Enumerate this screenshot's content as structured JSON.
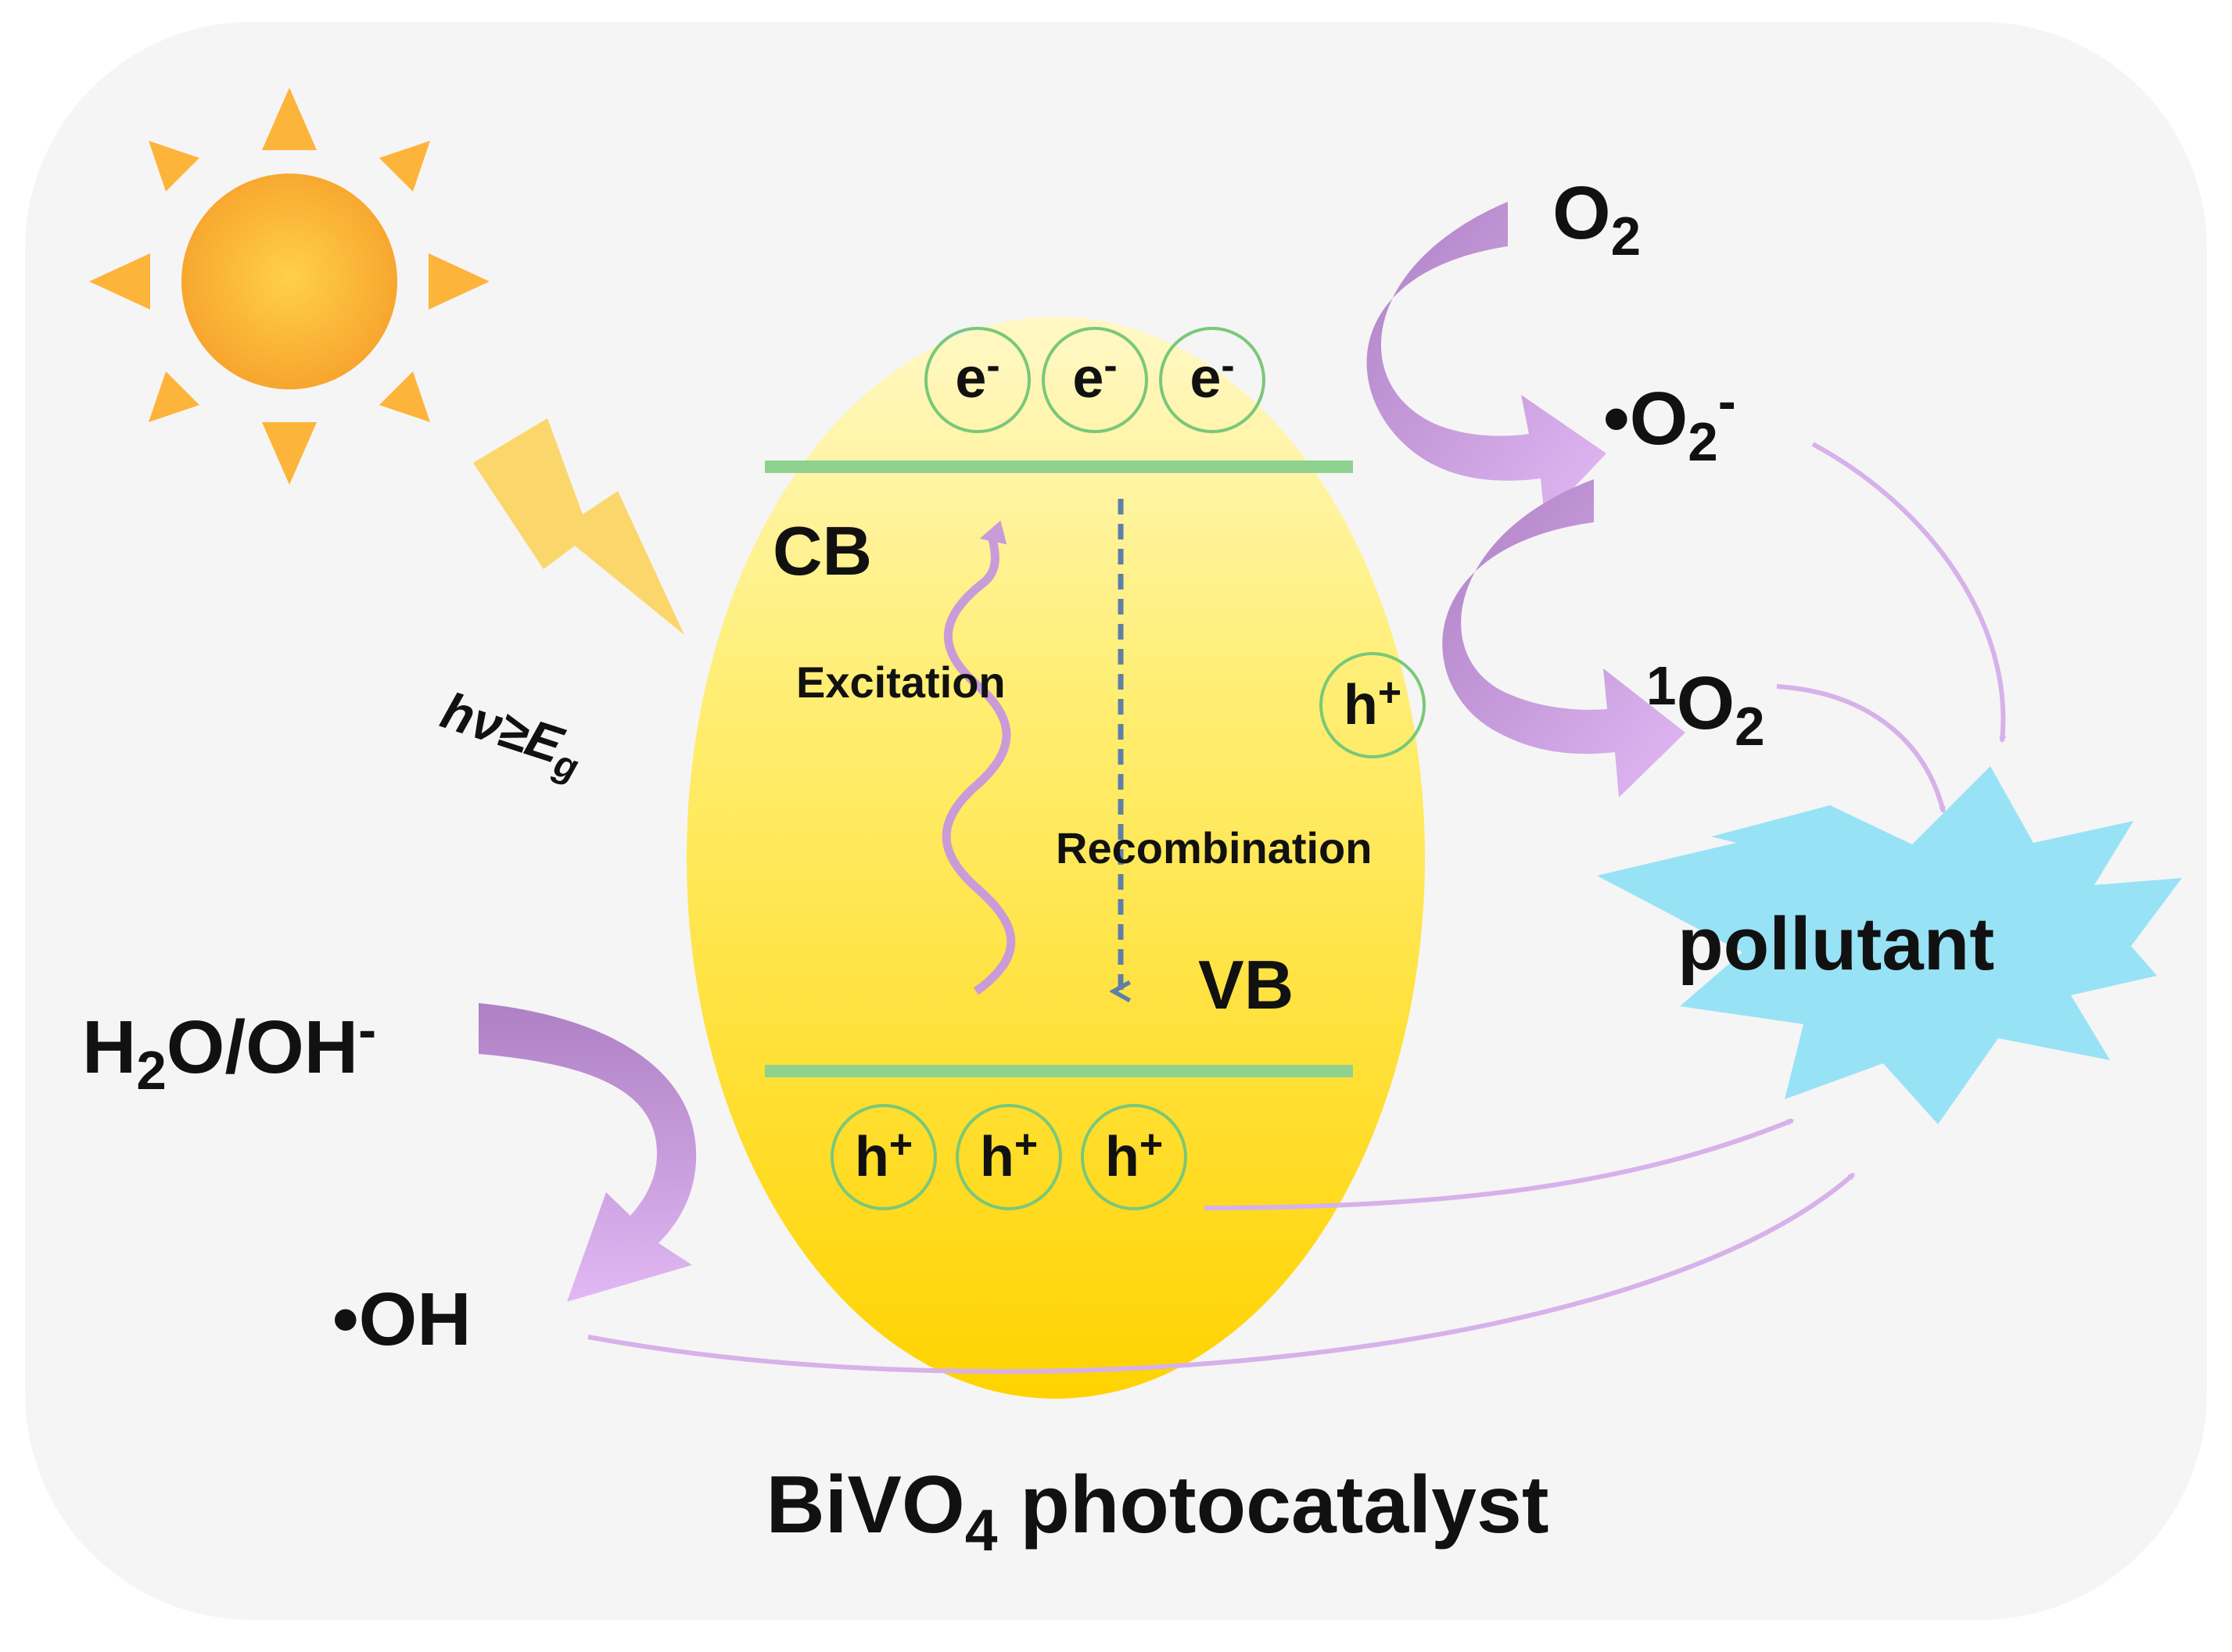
{
  "labels": {
    "cb": "CB",
    "vb": "VB",
    "excitation": "Excitation",
    "recombination": "Recombination",
    "photon": {
      "main": "hν≥E",
      "sub": "g"
    },
    "electron": {
      "main": "e",
      "sup": "-"
    },
    "hole": {
      "main": "h",
      "sup": "+"
    },
    "o2": {
      "main": "O",
      "sub": "2"
    },
    "superoxide": {
      "main": "•O",
      "sub": "2",
      "sup": "-"
    },
    "singlet_oxygen": {
      "sup": "1",
      "main": "O",
      "sub": "2"
    },
    "water": {
      "main1": "H",
      "sub": "2",
      "main2": "O/OH",
      "sup": "-"
    },
    "hydroxyl": "•OH",
    "pollutant": "pollutant",
    "catalyst": {
      "main1": "BiVO",
      "sub": "4",
      "main2": " photocatalyst"
    }
  },
  "colors": {
    "panel_background": "#F5F5F5",
    "sun": "#F7A62A",
    "sun_rays": "#FDB43A",
    "lightning": "#FBD66B",
    "particle_top": "#FFF8C6",
    "particle_bottom": "#FFD300",
    "band_line": "#8FD18F",
    "carrier_circle": "#79C879",
    "excitation_wave": "#C99BD9",
    "recombination_arrow": "#5F7FA9",
    "reaction_arrow_dark": "#B78AC8",
    "reaction_arrow_light": "#DDB3F0",
    "thin_arrow": "#D7B1EA",
    "pollutant": "#98E2F6"
  },
  "icons": {
    "sun": "sun-icon",
    "lightning": "lightning-icon",
    "pollutant": "starburst-icon"
  }
}
